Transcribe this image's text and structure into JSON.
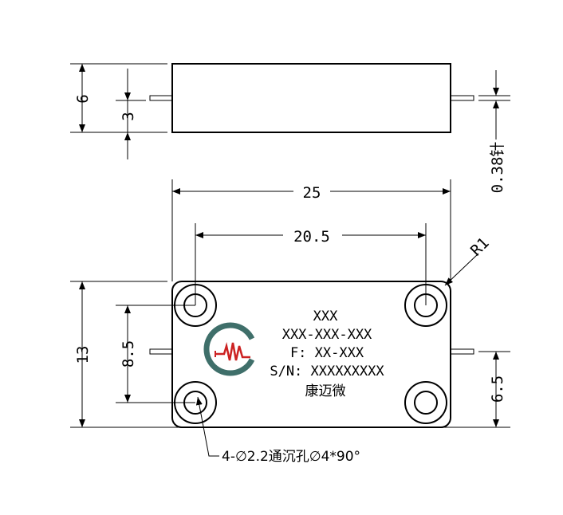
{
  "dimensions": {
    "height_side": "6",
    "pin_offset_side": "3",
    "pin_diameter": "0.38针",
    "length_total": "25",
    "hole_spacing_x": "20.5",
    "corner_radius": "R1",
    "height_top": "13",
    "hole_spacing_y": "8.5",
    "pin_offset_top": "6.5"
  },
  "hole_note": "4-∅2.2通沉孔∅4*90°",
  "label": {
    "line1": "XXX",
    "line2": "XXX-XXX-XXX",
    "line3": "F: XX-XXX",
    "line4": "S/N: XXXXXXXXX",
    "company": "康迈微"
  },
  "logo": {
    "ring_color": "#3f6f6a",
    "wave_color": "#cc2222"
  }
}
